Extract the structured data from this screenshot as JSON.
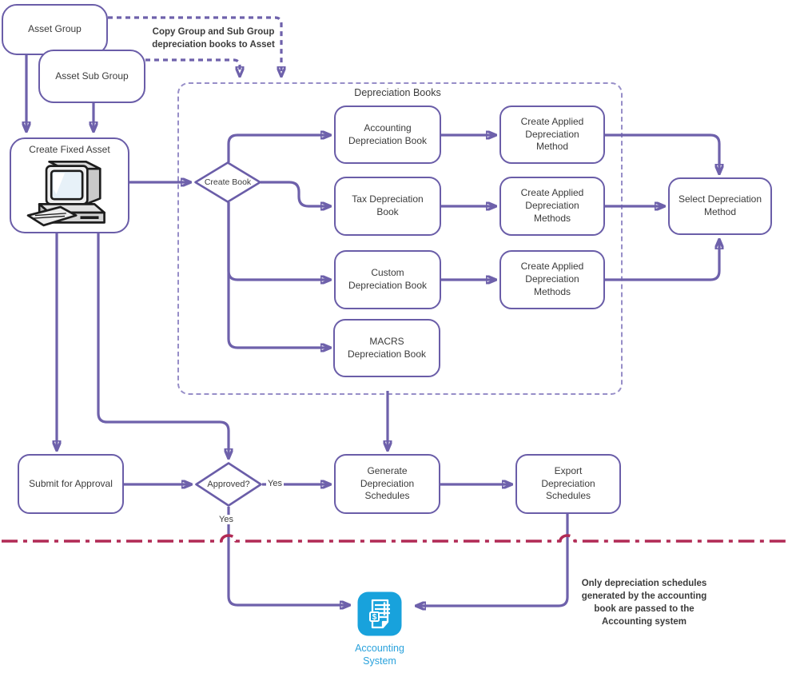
{
  "diagram": {
    "group_title": "Depreciation Books",
    "nodes": {
      "asset_group": "Asset Group",
      "asset_sub_group": "Asset Sub Group",
      "create_fixed_asset": "Create Fixed Asset",
      "create_book": "Create Book",
      "accounting_book": "Accounting\nDepreciation Book",
      "tax_book": "Tax Depreciation\nBook",
      "custom_book": "Custom\nDepreciation Book",
      "macrs_book": "MACRS\nDepreciation Book",
      "applied_method_1": "Create Applied\nDepreciation\nMethod",
      "applied_method_2": "Create Applied\nDepreciation\nMethods",
      "applied_method_3": "Create Applied\nDepreciation\nMethods",
      "select_method": "Select Depreciation\nMethod",
      "submit_for_approval": "Submit for Approval",
      "approved": "Approved?",
      "generate_schedules": "Generate\nDepreciation\nSchedules",
      "export_schedules": "Export\nDepreciation\nSchedules"
    },
    "edge_labels": {
      "yes_right": "Yes",
      "yes_below": "Yes"
    },
    "notes": {
      "copy_books": "Copy Group and Sub Group\ndepreciation books to Asset",
      "accounting_only": "Only depreciation schedules\ngenerated by the accounting\nbook are passed to the\nAccounting system"
    },
    "accounting_system": {
      "label": "Accounting\nSystem",
      "currency_symbol": "$"
    },
    "icons": {
      "computer": "desktop-computer-icon",
      "accounting_system": "invoice-ledger-icon"
    },
    "colors": {
      "shape_border": "#6a5da8",
      "connector": "#6e61ab",
      "group_dash": "#978ec8",
      "divider_red": "#b12a55",
      "icon_blue": "#18a2dc",
      "blue_text": "#2aa2dc",
      "text": "#3b3b3b"
    }
  }
}
